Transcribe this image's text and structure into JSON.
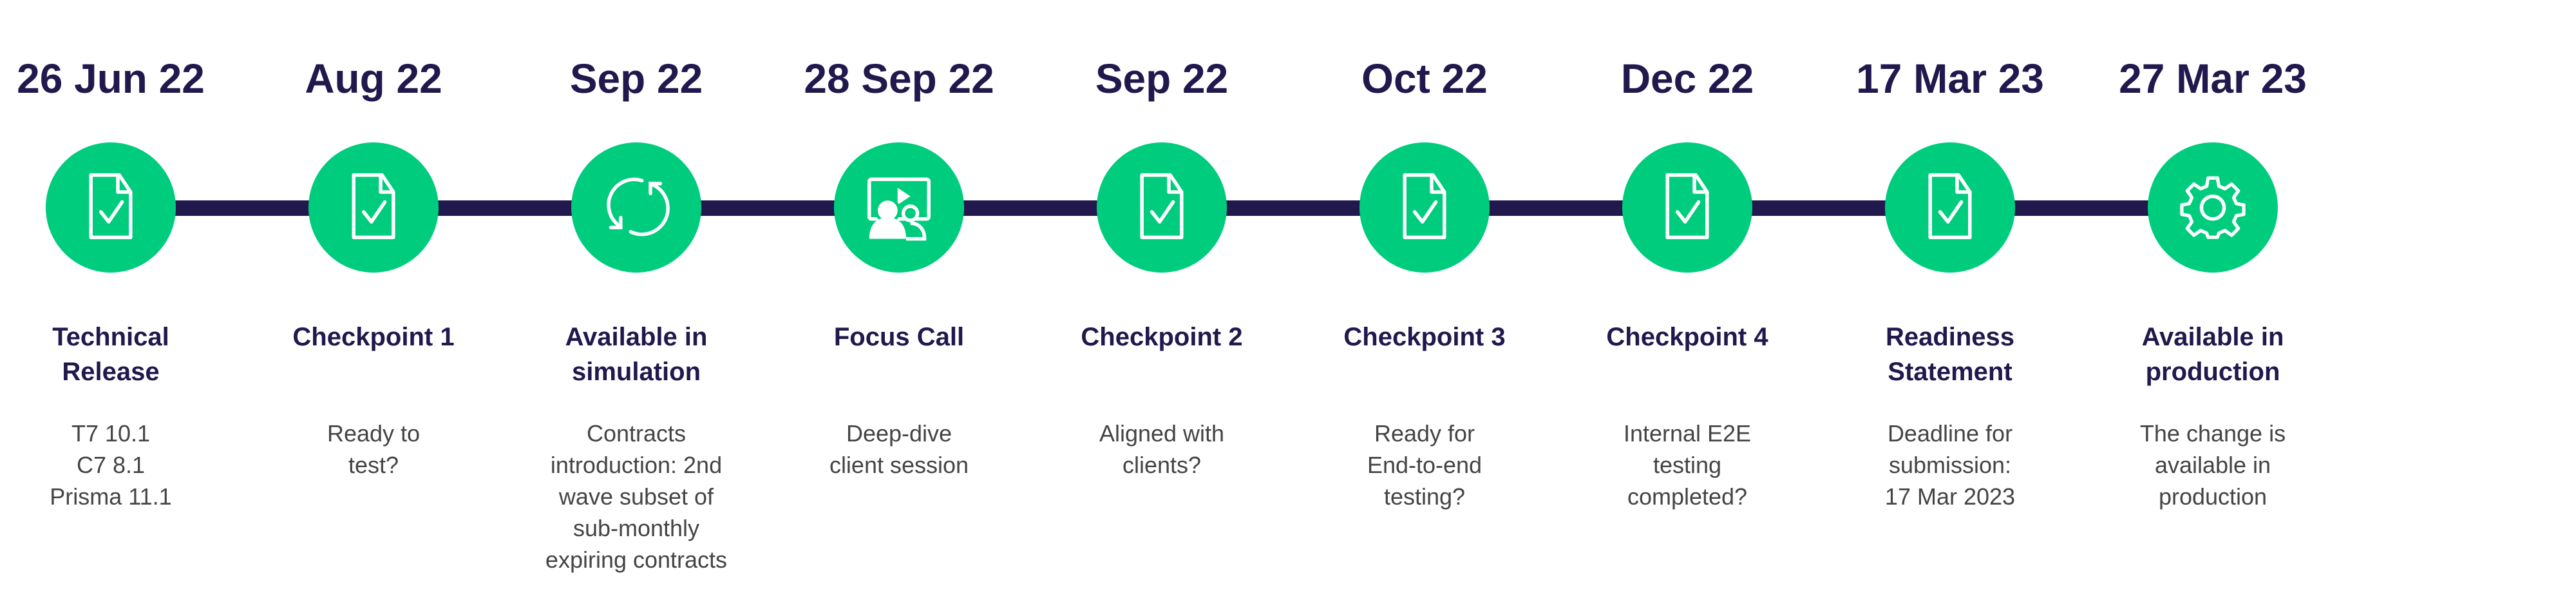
{
  "colors": {
    "line": "#21184d",
    "circle": "#00cc7e",
    "title": "#21184d",
    "text": "#444444"
  },
  "milestones": [
    {
      "date": "26 Jun 22",
      "icon": "document-check-icon",
      "title": [
        "Technical",
        "Release"
      ],
      "desc": [
        "T7 10.1",
        "C7 8.1",
        "Prisma 11.1"
      ]
    },
    {
      "date": "Aug 22",
      "icon": "document-check-icon",
      "title": [
        "Checkpoint 1"
      ],
      "desc": [
        "Ready to",
        "test?"
      ]
    },
    {
      "date": "Sep 22",
      "icon": "refresh-icon",
      "title": [
        "Available in",
        "simulation"
      ],
      "desc": [
        "Contracts",
        "introduction: 2nd",
        "wave subset of",
        "sub-monthly",
        "expiring contracts"
      ]
    },
    {
      "date": "28 Sep 22",
      "icon": "presentation-icon",
      "title": [
        "Focus Call"
      ],
      "desc": [
        "Deep-dive",
        "client session"
      ]
    },
    {
      "date": "Sep 22",
      "icon": "document-check-icon",
      "title": [
        "Checkpoint 2"
      ],
      "desc": [
        "Aligned with",
        "clients?"
      ]
    },
    {
      "date": "Oct 22",
      "icon": "document-check-icon",
      "title": [
        "Checkpoint 3"
      ],
      "desc": [
        "Ready for",
        "End-to-end",
        "testing?"
      ]
    },
    {
      "date": "Dec 22",
      "icon": "document-check-icon",
      "title": [
        "Checkpoint 4"
      ],
      "desc": [
        "Internal E2E",
        "testing",
        "completed?"
      ]
    },
    {
      "date": "17 Mar 23",
      "icon": "document-check-icon",
      "title": [
        "Readiness",
        "Statement"
      ],
      "desc": [
        "Deadline for",
        "submission:",
        "17 Mar 2023"
      ]
    },
    {
      "date": "27 Mar 23",
      "icon": "gear-icon",
      "title": [
        "Available in",
        "production"
      ],
      "desc": [
        "The change is",
        "available in",
        "production"
      ]
    }
  ]
}
